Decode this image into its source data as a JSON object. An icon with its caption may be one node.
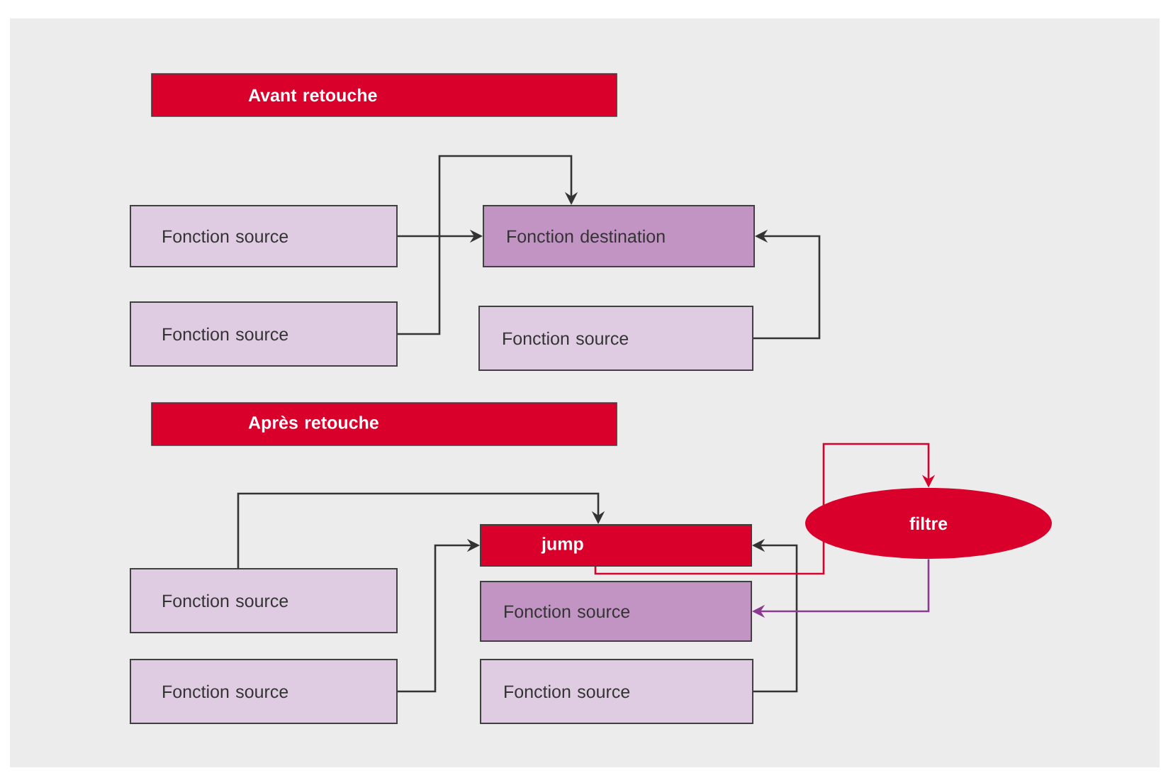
{
  "diagram": {
    "nodes": [
      {
        "text": [
          "Avant retouche"
        ]
      },
      {
        "text": [
          "Fonction source"
        ]
      },
      {
        "text": [
          "Fonction source"
        ]
      },
      {
        "text": [
          "Fonction destination"
        ]
      },
      {
        "text": [
          "Fonction source"
        ]
      },
      {
        "text": [
          "Après retouche"
        ]
      },
      {
        "text": [
          "Fonction source"
        ]
      },
      {
        "text": [
          "Fonction source"
        ]
      },
      {
        "text": [
          "jump"
        ]
      },
      {
        "text": [
          "Fonction source"
        ]
      },
      {
        "text": [
          "Fonction source"
        ]
      },
      {
        "text": [
          "filtre"
        ]
      }
    ],
    "edges": [
      {
        "from": 1,
        "to": 3,
        "arrow": "to"
      },
      {
        "from": 2,
        "to": 3,
        "arrow": "to"
      },
      {
        "from": 4,
        "to": 3,
        "arrow": "to"
      },
      {
        "from": 6,
        "to": 8,
        "arrow": "to"
      },
      {
        "from": 7,
        "to": 8,
        "arrow": "to"
      },
      {
        "from": 10,
        "to": 8,
        "arrow": "to"
      },
      {
        "from": 8,
        "to": 11,
        "arrow": "to",
        "color": "#d9002b"
      },
      {
        "from": 11,
        "to": 9,
        "arrow": "to",
        "color": "#8b3a8f"
      }
    ]
  }
}
